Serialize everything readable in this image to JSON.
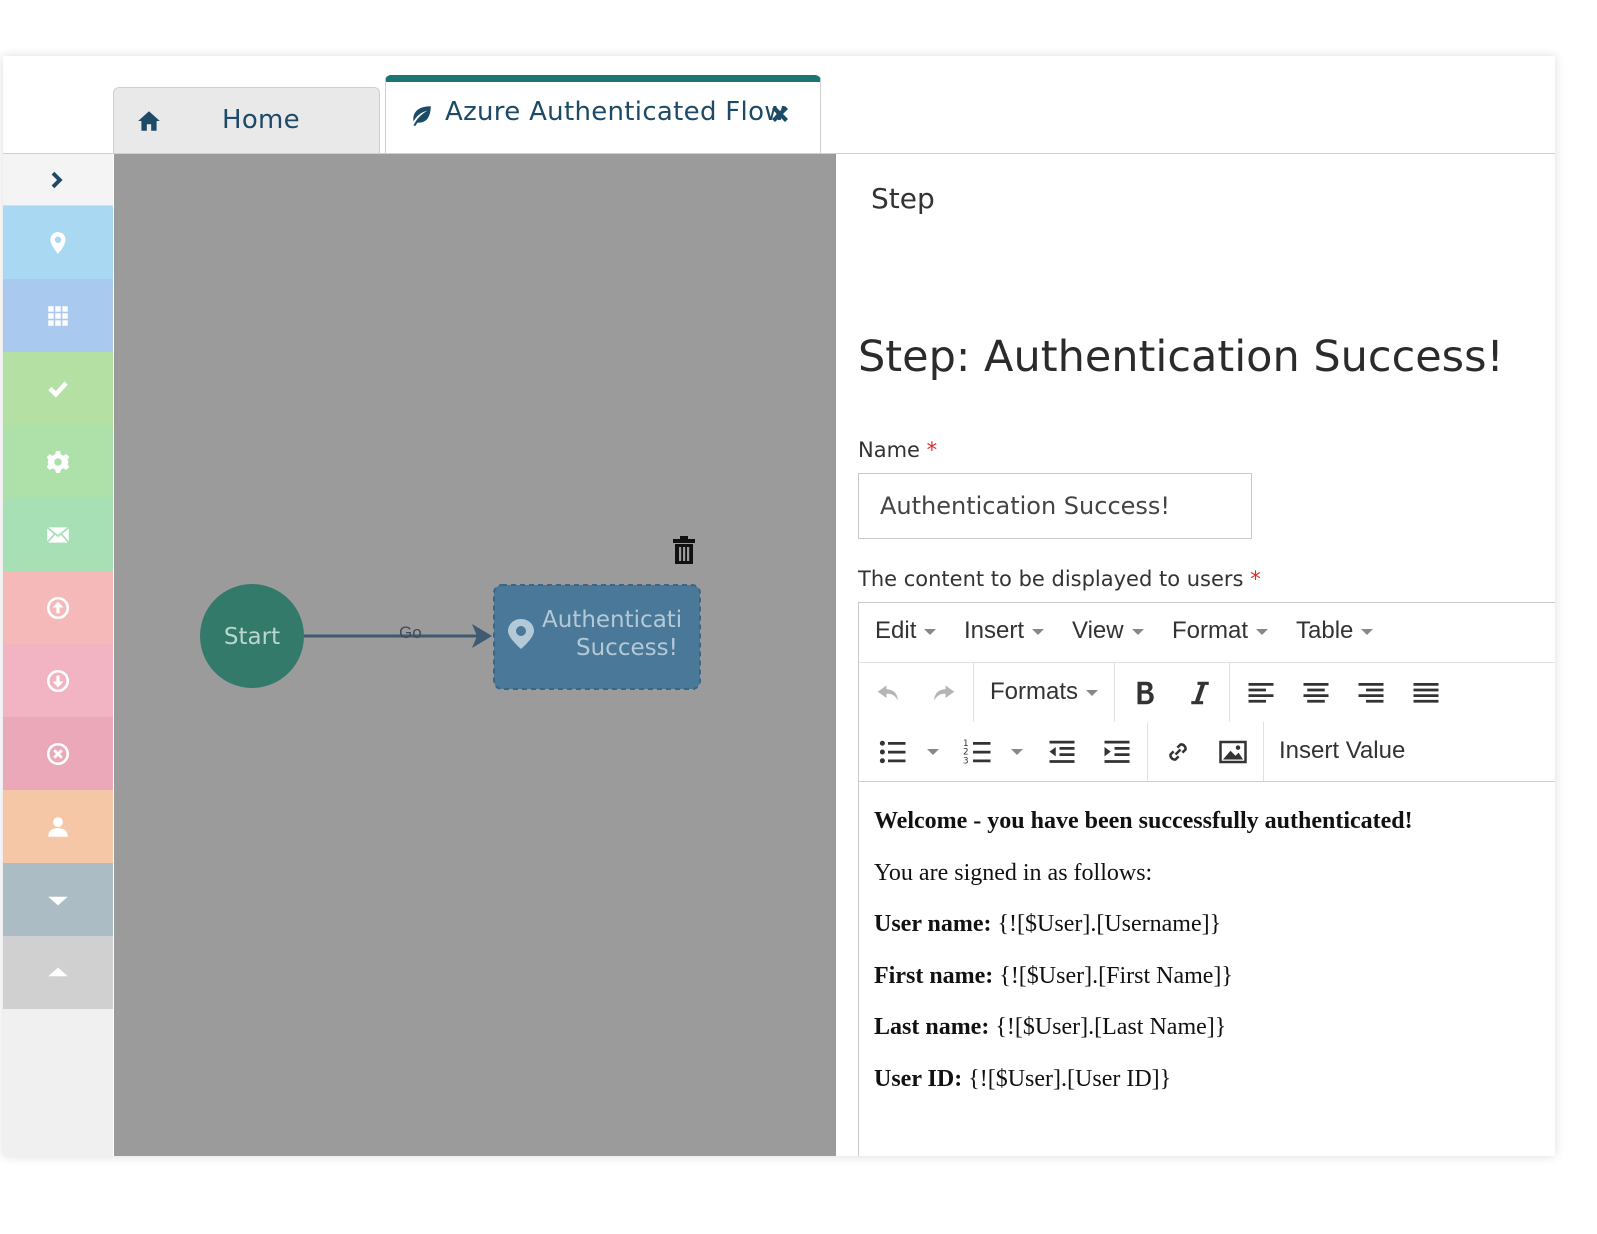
{
  "tabs": {
    "home_label": "Home",
    "flow_label": "Azure Authenticated Flow"
  },
  "toolbar": {
    "items": [
      {
        "icon": "map-marker-icon",
        "color": "#a9d8f2"
      },
      {
        "icon": "grid-icon",
        "color": "#a9c9ef"
      },
      {
        "icon": "check-icon",
        "color": "#b5e0a3"
      },
      {
        "icon": "gear-icon",
        "color": "#aee0a9"
      },
      {
        "icon": "envelope-icon",
        "color": "#a6e0b4"
      },
      {
        "icon": "circle-arrow-up-icon",
        "color": "#f6b9b9"
      },
      {
        "icon": "circle-arrow-down-icon",
        "color": "#f2b3c2"
      },
      {
        "icon": "circle-x-icon",
        "color": "#eaa8b9"
      },
      {
        "icon": "user-icon",
        "color": "#f6c7a6"
      },
      {
        "icon": "caret-down-icon",
        "color": "#abbcc4"
      },
      {
        "icon": "caret-up-icon",
        "color": "#d0d0d0"
      }
    ]
  },
  "canvas": {
    "start_label": "Start",
    "link_label": "Go",
    "step_line1": "Authenticati",
    "step_line2": "Success!",
    "start_color": "#347a6a",
    "step_color": "#4a7898"
  },
  "panel": {
    "header": "Step",
    "title": "Step: Authentication Success!",
    "name_label": "Name",
    "name_value": "Authentication Success!",
    "content_label": "The content to be displayed to users",
    "required_mark": "*"
  },
  "editor": {
    "menus": [
      "Edit",
      "Insert",
      "View",
      "Format",
      "Table"
    ],
    "formats_label": "Formats",
    "insert_value_label": "Insert Value",
    "content": {
      "welcome": "Welcome - you have been successfully authenticated!",
      "signed_in": "You are signed in as follows:",
      "rows": [
        {
          "label": "User name:",
          "value": "{![$User].[Username]}"
        },
        {
          "label": "First name:",
          "value": "{![$User].[First Name]}"
        },
        {
          "label": "Last name:",
          "value": "{![$User].[Last Name]}"
        },
        {
          "label": "User ID:",
          "value": "{![$User].[User ID]}"
        }
      ]
    }
  }
}
